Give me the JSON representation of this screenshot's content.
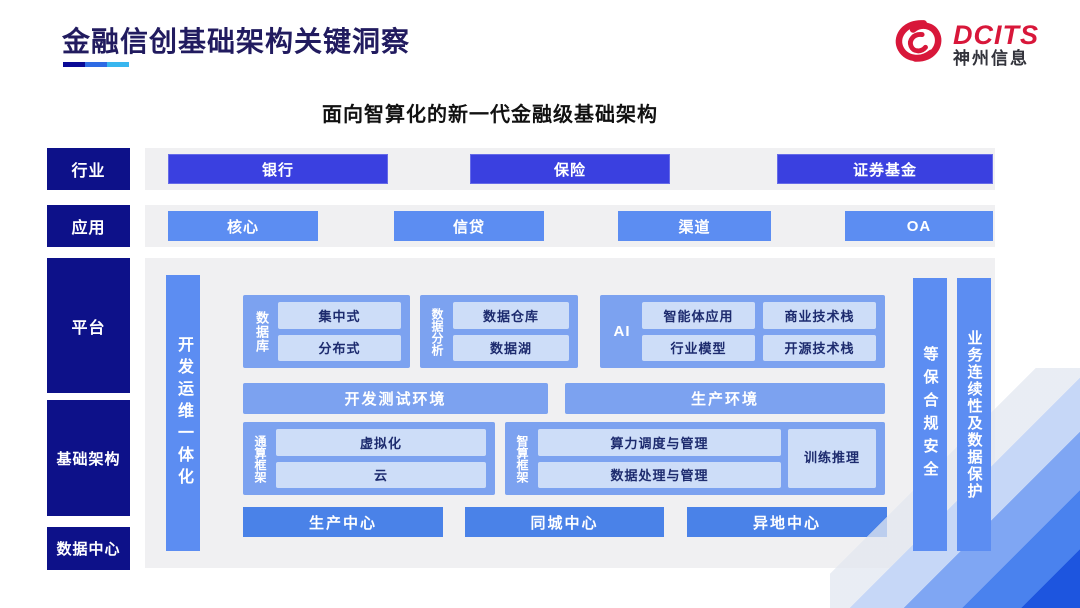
{
  "header": {
    "title": "金融信创基础架构关键洞察",
    "logo": {
      "brand": "DCITS",
      "company": "神州信息"
    }
  },
  "subtitle": "面向智算化的新一代金融级基础架构",
  "rail": {
    "industry": "行业",
    "application": "应用",
    "platform": "平台",
    "infrastructure": "基础架构",
    "datacenter": "数据中心"
  },
  "industry_row": {
    "items": [
      "银行",
      "保险",
      "证券基金"
    ]
  },
  "application_row": {
    "items": [
      "核心",
      "信贷",
      "渠道",
      "OA"
    ]
  },
  "platform": {
    "devops_bar": "开发运维一体化",
    "groups": [
      {
        "label": "数据库",
        "items": [
          "集中式",
          "分布式"
        ]
      },
      {
        "label": "数据分析",
        "items": [
          "数据仓库",
          "数据湖"
        ]
      },
      {
        "label": "AI",
        "items": [
          "智能体应用",
          "商业技术栈",
          "行业模型",
          "开源技术栈"
        ]
      }
    ],
    "environments": [
      "开发测试环境",
      "生产环境"
    ],
    "frameworks": [
      {
        "label": "通算框架",
        "items": [
          "虚拟化",
          "云"
        ]
      },
      {
        "label": "智算框架",
        "items": [
          "算力调度与管理",
          "数据处理与管理"
        ],
        "side_item": "训练推理"
      }
    ],
    "centers": [
      "生产中心",
      "同城中心",
      "异地中心"
    ],
    "security_bars": [
      "等保合规安全",
      "业务连续性及数据保护"
    ]
  },
  "colors": {
    "rail_navy": "#0d1189",
    "industry_blue": "#3a40e0",
    "mid_blue": "#5c8df2",
    "group_blue": "#7ca2f0",
    "light_box": "#cdddf8",
    "center_blue": "#4a82e8",
    "logo_red": "#d8173a",
    "underline": [
      "#0a0a96",
      "#2e6be4",
      "#38b6ef"
    ]
  }
}
